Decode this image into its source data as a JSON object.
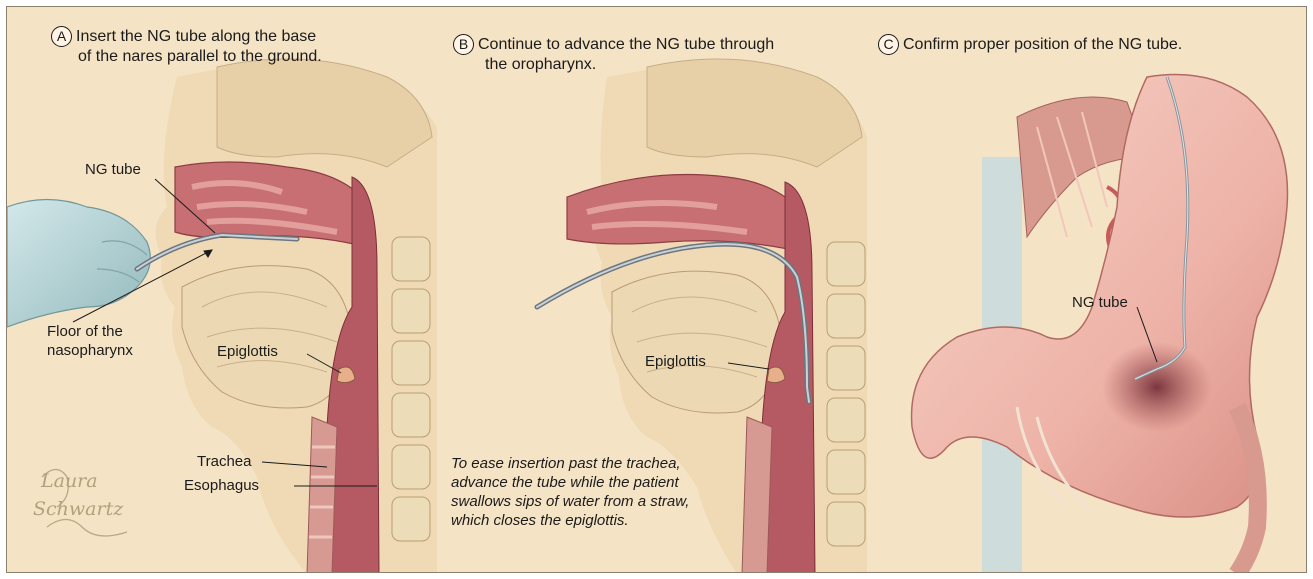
{
  "panels": [
    {
      "letter": "A",
      "caption_line1": "Insert the NG tube along the base",
      "caption_line2": "of the nares parallel to the ground."
    },
    {
      "letter": "B",
      "caption_line1": "Continue to advance the NG tube through",
      "caption_line2": "the oropharynx."
    },
    {
      "letter": "C",
      "caption_line1": "Confirm proper position of the NG tube.",
      "caption_line2": ""
    }
  ],
  "labels": {
    "ng_tube_a": "NG tube",
    "floor_line1": "Floor of the",
    "floor_line2": "nasopharynx",
    "epiglottis_a": "Epiglottis",
    "trachea": "Trachea",
    "esophagus": "Esophagus",
    "epiglottis_b": "Epiglottis",
    "ng_tube_c": "NG tube"
  },
  "note": {
    "line1": "To ease insertion past the trachea,",
    "line2": "advance the tube while the patient",
    "line3": "swallows sips of water from a straw,",
    "line4": "which closes the epiglottis."
  },
  "signature": {
    "line1": "Laura",
    "line2": "Schwartz"
  },
  "colors": {
    "background": "#f5e3c5",
    "tissue_pink": "#e6a9a0",
    "tissue_dark": "#9c4a4e",
    "bone": "#eedbb4",
    "tube": "#8a949c",
    "glove": "#b8d6d8"
  }
}
